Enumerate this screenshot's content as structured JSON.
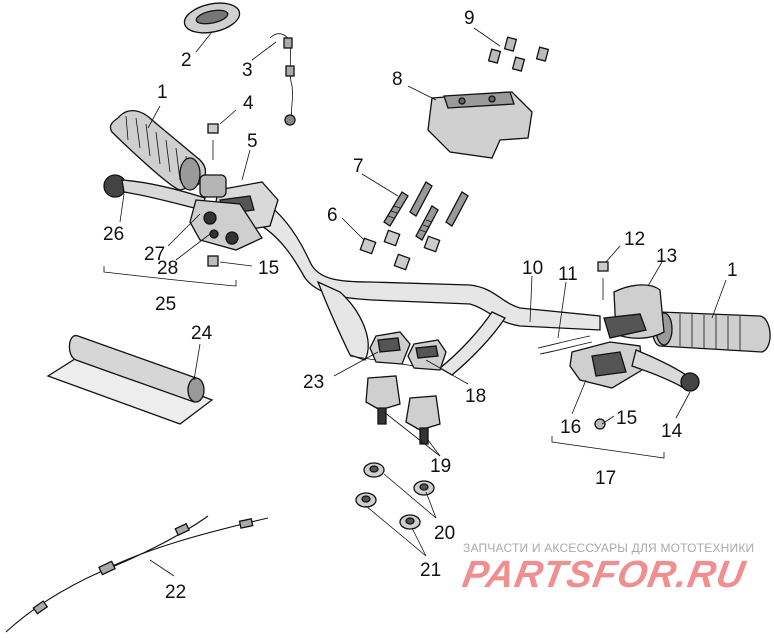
{
  "callouts": {
    "c1a": "1",
    "c1b": "1",
    "c2": "2",
    "c3": "3",
    "c4": "4",
    "c5": "5",
    "c6": "6",
    "c7": "7",
    "c8": "8",
    "c9": "9",
    "c10": "10",
    "c11": "11",
    "c12": "12",
    "c13": "13",
    "c14": "14",
    "c15a": "15",
    "c15b": "15",
    "c16": "16",
    "c17": "17",
    "c18": "18",
    "c19": "19",
    "c20": "20",
    "c21": "21",
    "c22": "22",
    "c23": "23",
    "c24": "24",
    "c25": "25",
    "c26": "26",
    "c27": "27",
    "c28": "28"
  },
  "watermark": {
    "caption": "ЗАПЧАСТИ И АКСЕССУАРЫ ДЛЯ МОТОТЕХНИКИ",
    "logo": "PARTSFOR.RU"
  },
  "colors": {
    "ink": "#111111",
    "part_fill": "#d9d9d9",
    "part_dark": "#555555",
    "watermark_logo": "#ef8f8f",
    "watermark_caption": "#a9a9a9"
  }
}
